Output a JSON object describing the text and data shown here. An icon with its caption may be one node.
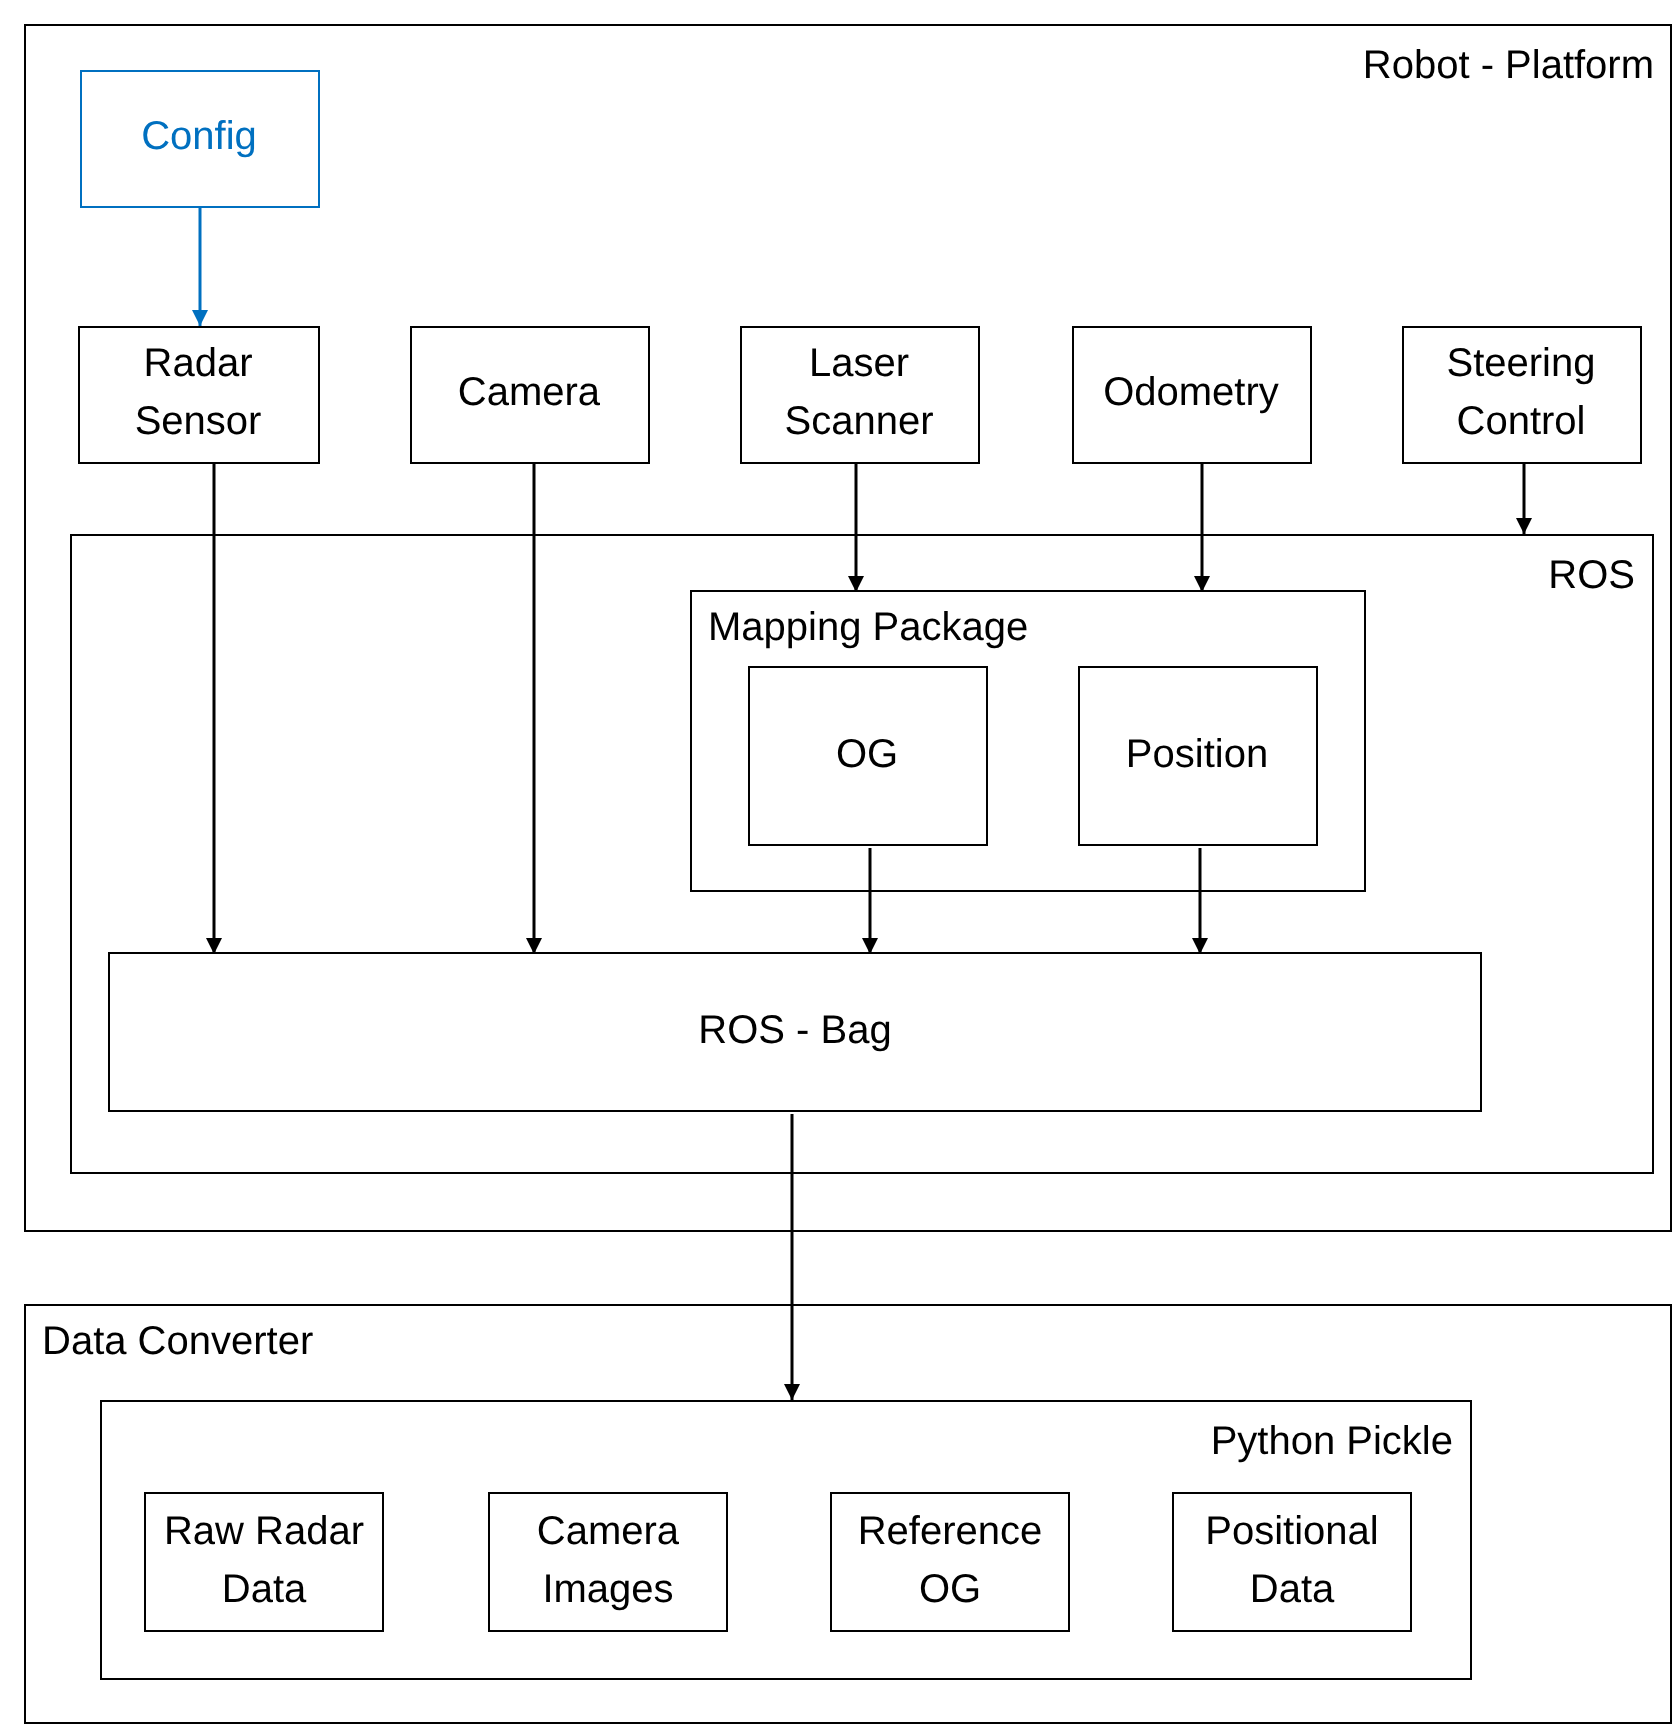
{
  "diagram": {
    "nodes": [
      {
        "text": [
          "Robot - Platform"
        ]
      },
      {
        "text": [
          "Config"
        ],
        "in": 0
      },
      {
        "text": [
          "Radar Sensor"
        ],
        "in": 0
      },
      {
        "text": [
          "Camera"
        ],
        "in": 0
      },
      {
        "text": [
          "Laser Scanner"
        ],
        "in": 0
      },
      {
        "text": [
          "Odometry"
        ],
        "in": 0
      },
      {
        "text": [
          "Steering Control"
        ],
        "in": 0
      },
      {
        "text": [
          "ROS"
        ],
        "in": 0
      },
      {
        "text": [
          "Mapping Package"
        ],
        "in": 7
      },
      {
        "text": [
          "OG"
        ],
        "in": 8
      },
      {
        "text": [
          "Position"
        ],
        "in": 8
      },
      {
        "text": [
          "ROS - Bag"
        ],
        "in": 7
      },
      {
        "text": [
          "Data Converter"
        ]
      },
      {
        "text": [
          "Python Pickle"
        ],
        "in": 12
      },
      {
        "text": [
          "Raw Radar Data"
        ],
        "in": 13
      },
      {
        "text": [
          "Camera Images"
        ],
        "in": 13
      },
      {
        "text": [
          "Reference OG"
        ],
        "in": 13
      },
      {
        "text": [
          "Positional Data"
        ],
        "in": 13
      }
    ],
    "edges": [
      {
        "from": 1,
        "to": 2,
        "arrow": "to",
        "color": "#0070c0"
      },
      {
        "from": 2,
        "to": 11,
        "arrow": "to"
      },
      {
        "from": 3,
        "to": 11,
        "arrow": "to"
      },
      {
        "from": 4,
        "to": 8,
        "arrow": "to"
      },
      {
        "from": 5,
        "to": 8,
        "arrow": "to"
      },
      {
        "from": 6,
        "to": 7,
        "arrow": "to"
      },
      {
        "from": 9,
        "to": 11,
        "arrow": "to"
      },
      {
        "from": 10,
        "to": 11,
        "arrow": "to"
      },
      {
        "from": 11,
        "to": 13,
        "arrow": "to"
      }
    ]
  }
}
